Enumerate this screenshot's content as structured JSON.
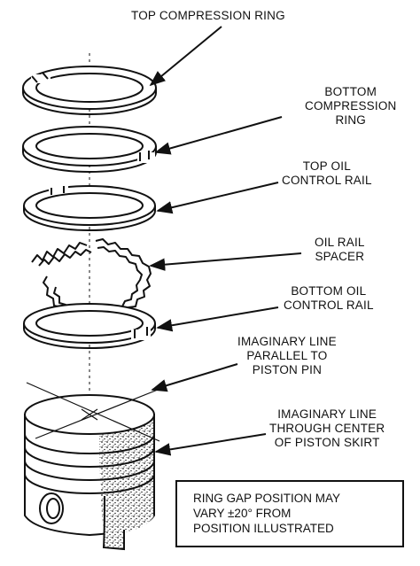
{
  "labels": {
    "top_compression_ring": [
      "TOP COMPRESSION RING"
    ],
    "bottom_compression_ring": [
      "BOTTOM",
      "COMPRESSION",
      "RING"
    ],
    "top_oil_control_rail": [
      "TOP OIL",
      "CONTROL RAIL"
    ],
    "oil_rail_spacer": [
      "OIL RAIL",
      "SPACER"
    ],
    "bottom_oil_control_rail": [
      "BOTTOM OIL",
      "CONTROL RAIL"
    ],
    "imaginary_line_parallel": [
      "IMAGINARY LINE",
      "PARALLEL TO",
      "PISTON PIN"
    ],
    "imaginary_line_center": [
      "IMAGINARY LINE",
      "THROUGH CENTER",
      "OF PISTON SKIRT"
    ]
  },
  "note": [
    "RING GAP POSITION MAY",
    "VARY ±20° FROM",
    "POSITION ILLUSTRATED"
  ]
}
